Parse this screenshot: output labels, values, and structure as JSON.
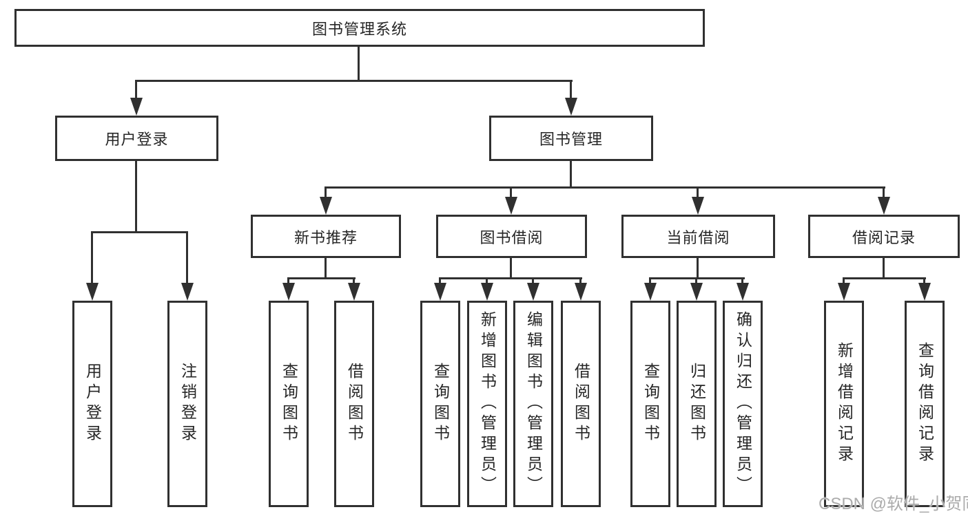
{
  "diagram": {
    "root": {
      "label": "图书管理系统"
    },
    "branches": [
      {
        "label": "用户登录",
        "children": [
          {
            "label": "用户登录"
          },
          {
            "label": "注销登录"
          }
        ]
      },
      {
        "label": "图书管理",
        "sections": [
          {
            "label": "新书推荐",
            "children": [
              {
                "label": "查询图书"
              },
              {
                "label": "借阅图书"
              }
            ]
          },
          {
            "label": "图书借阅",
            "children": [
              {
                "label": "查询图书"
              },
              {
                "label": "新增图书（管理员）"
              },
              {
                "label": "编辑图书（管理员）"
              },
              {
                "label": "借阅图书"
              }
            ]
          },
          {
            "label": "当前借阅",
            "children": [
              {
                "label": "查询图书"
              },
              {
                "label": "归还图书"
              },
              {
                "label": "确认归还（管理员）"
              }
            ]
          },
          {
            "label": "借阅记录",
            "children": [
              {
                "label": "新增借阅记录"
              },
              {
                "label": "查询借阅记录"
              }
            ]
          }
        ]
      }
    ]
  },
  "watermark": {
    "text": "CSDN @软件_小贺同学"
  },
  "colors": {
    "stroke": "#303030",
    "text": "#262626",
    "watermark": "#ababab"
  }
}
